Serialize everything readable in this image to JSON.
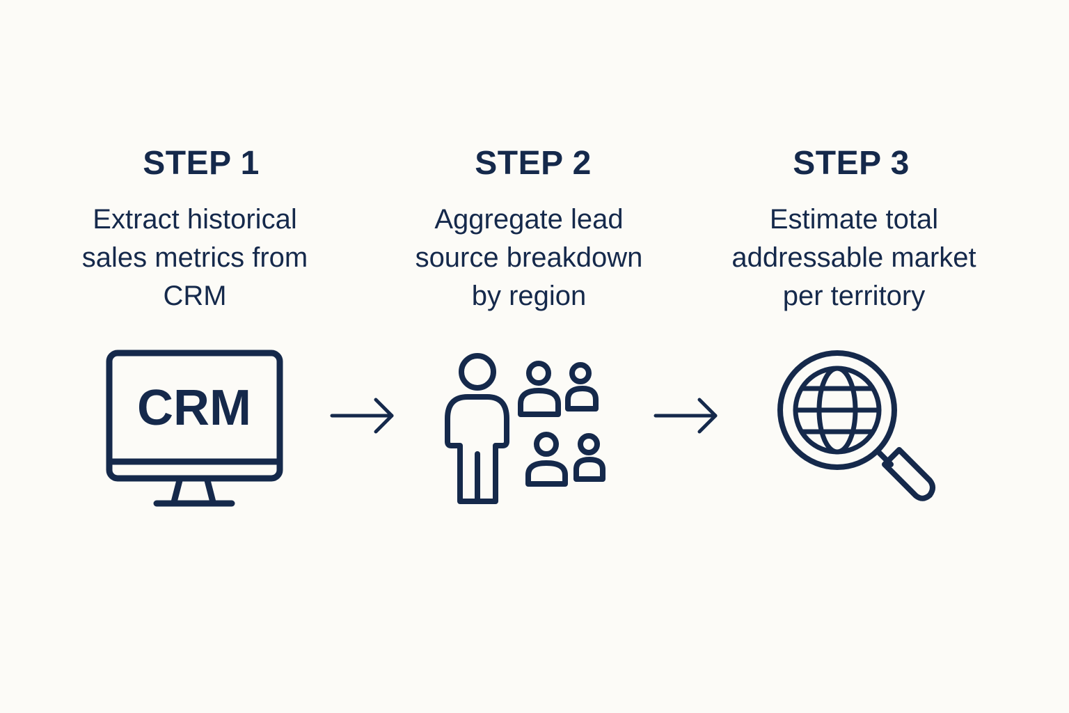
{
  "steps": [
    {
      "title": "STEP 1",
      "description": "Extract historical\nsales metrics from\nCRM",
      "icon": "crm-monitor-icon",
      "icon_text": "CRM"
    },
    {
      "title": "STEP 2",
      "description": "Aggregate lead\nsource breakdown\nby region",
      "icon": "people-group-icon"
    },
    {
      "title": "STEP 3",
      "description": "Estimate total\naddressable market\nper territory",
      "icon": "globe-search-icon"
    }
  ],
  "connectors": [
    "arrow-right-icon",
    "arrow-right-icon"
  ],
  "colors": {
    "background": "#fcfbf7",
    "ink": "#15294b"
  }
}
